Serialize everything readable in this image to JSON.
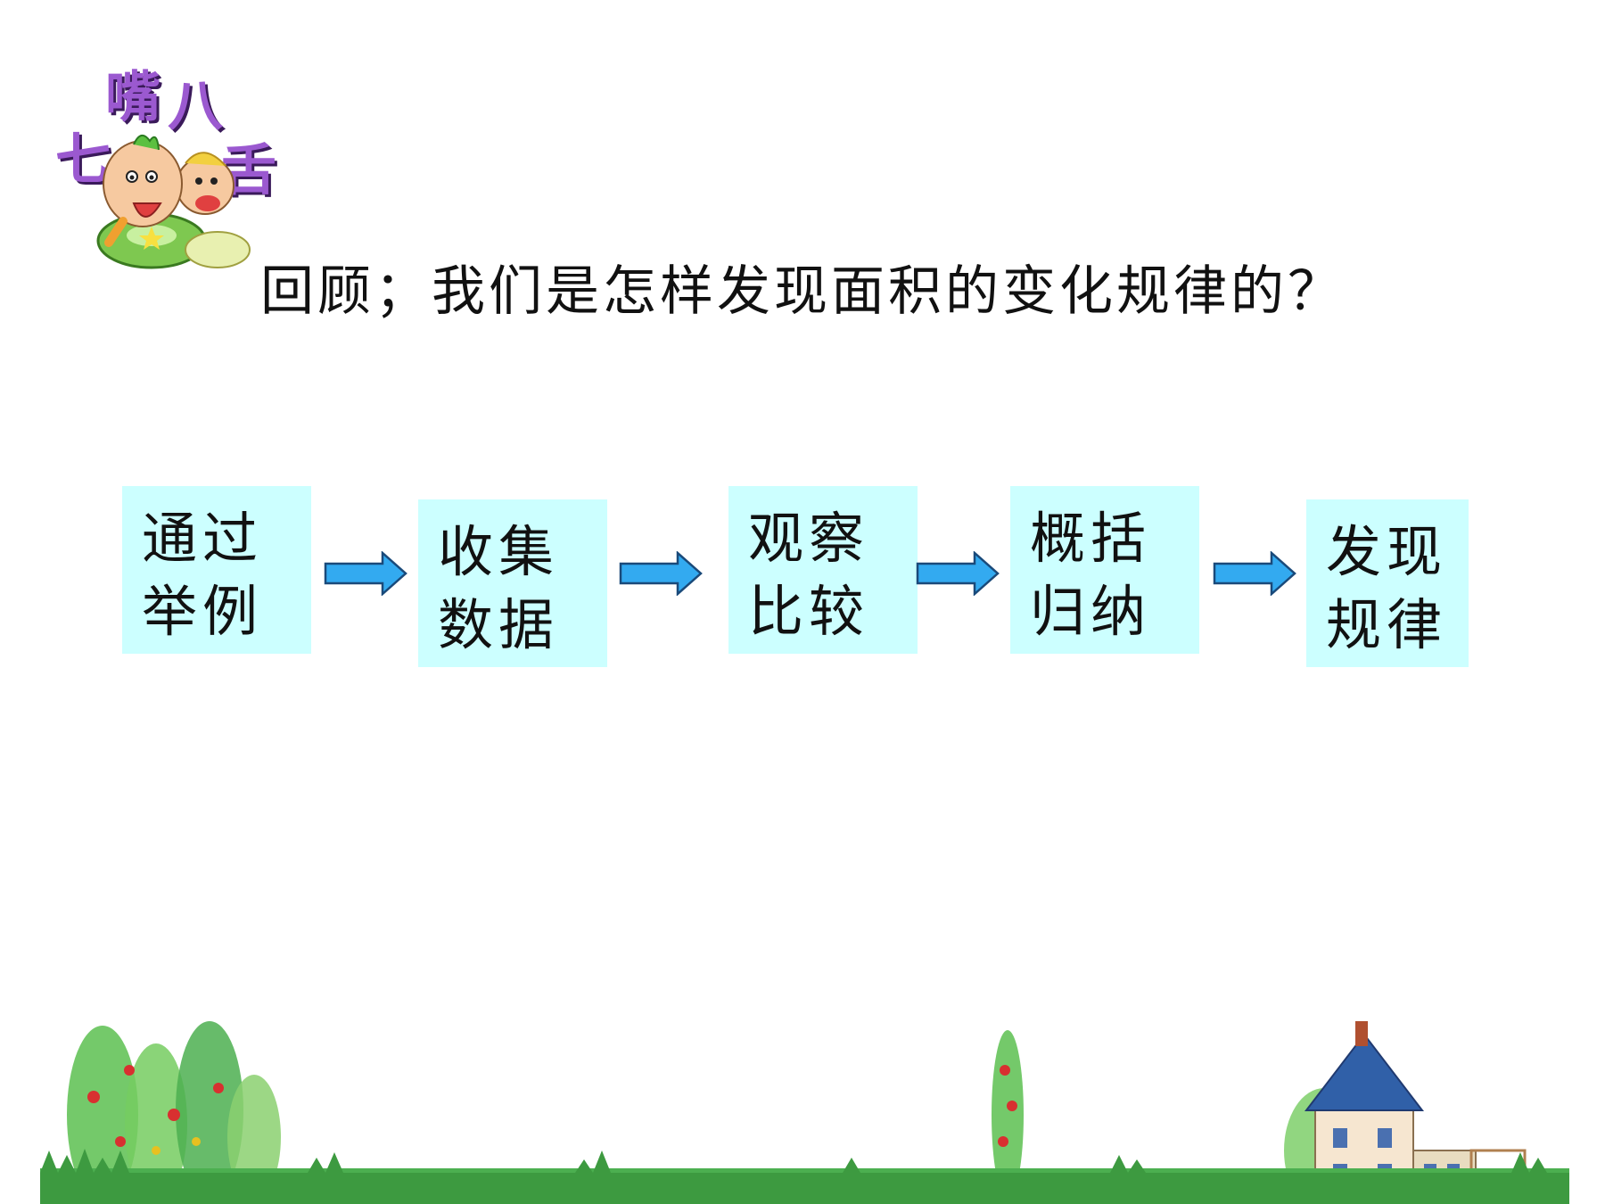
{
  "logo": {
    "chars": [
      "七",
      "嘴",
      "八",
      "舌"
    ]
  },
  "question": "回顾；我们是怎样发现面积的变化规律的？",
  "steps": [
    {
      "line1": "通过",
      "line2": "举例"
    },
    {
      "line1": "收集",
      "line2": "数据"
    },
    {
      "line1": "观察",
      "line2": "比较"
    },
    {
      "line1": "概括",
      "line2": "归纳"
    },
    {
      "line1": "发现",
      "line2": "规律"
    }
  ],
  "colors": {
    "box_fill": "#ccffff",
    "arrow_fill": "#33aaf0",
    "arrow_stroke": "#1a4a7a",
    "logo_text": "#9b59d0",
    "grass": "#4caf50"
  }
}
